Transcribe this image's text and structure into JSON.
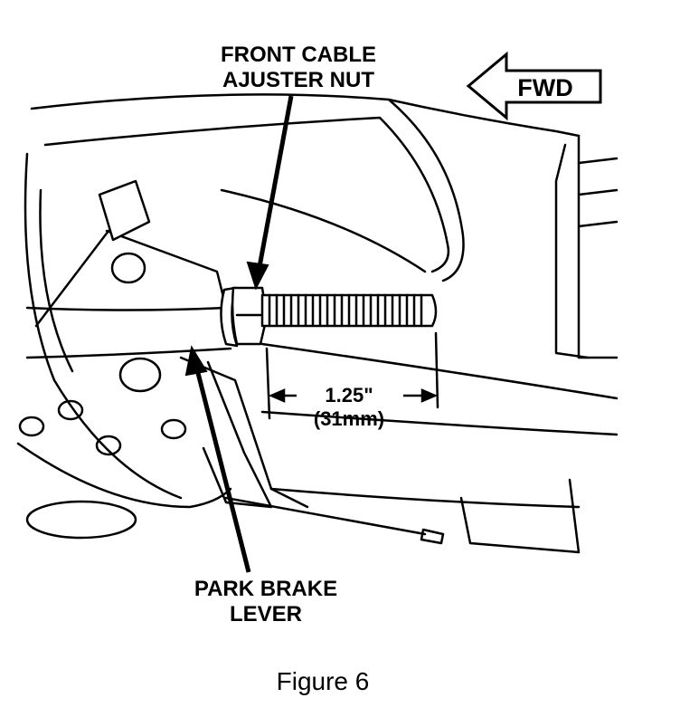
{
  "labels": {
    "front_cable_line1": "FRONT CABLE",
    "front_cable_line2": "AJUSTER NUT",
    "fwd": "FWD",
    "dimension_line1": "1.25\"",
    "dimension_line2": "(31mm)",
    "park_brake_line1": "PARK BRAKE",
    "park_brake_line2": "LEVER"
  },
  "caption": "Figure 6",
  "colors": {
    "ink": "#000000",
    "paper": "#ffffff"
  }
}
